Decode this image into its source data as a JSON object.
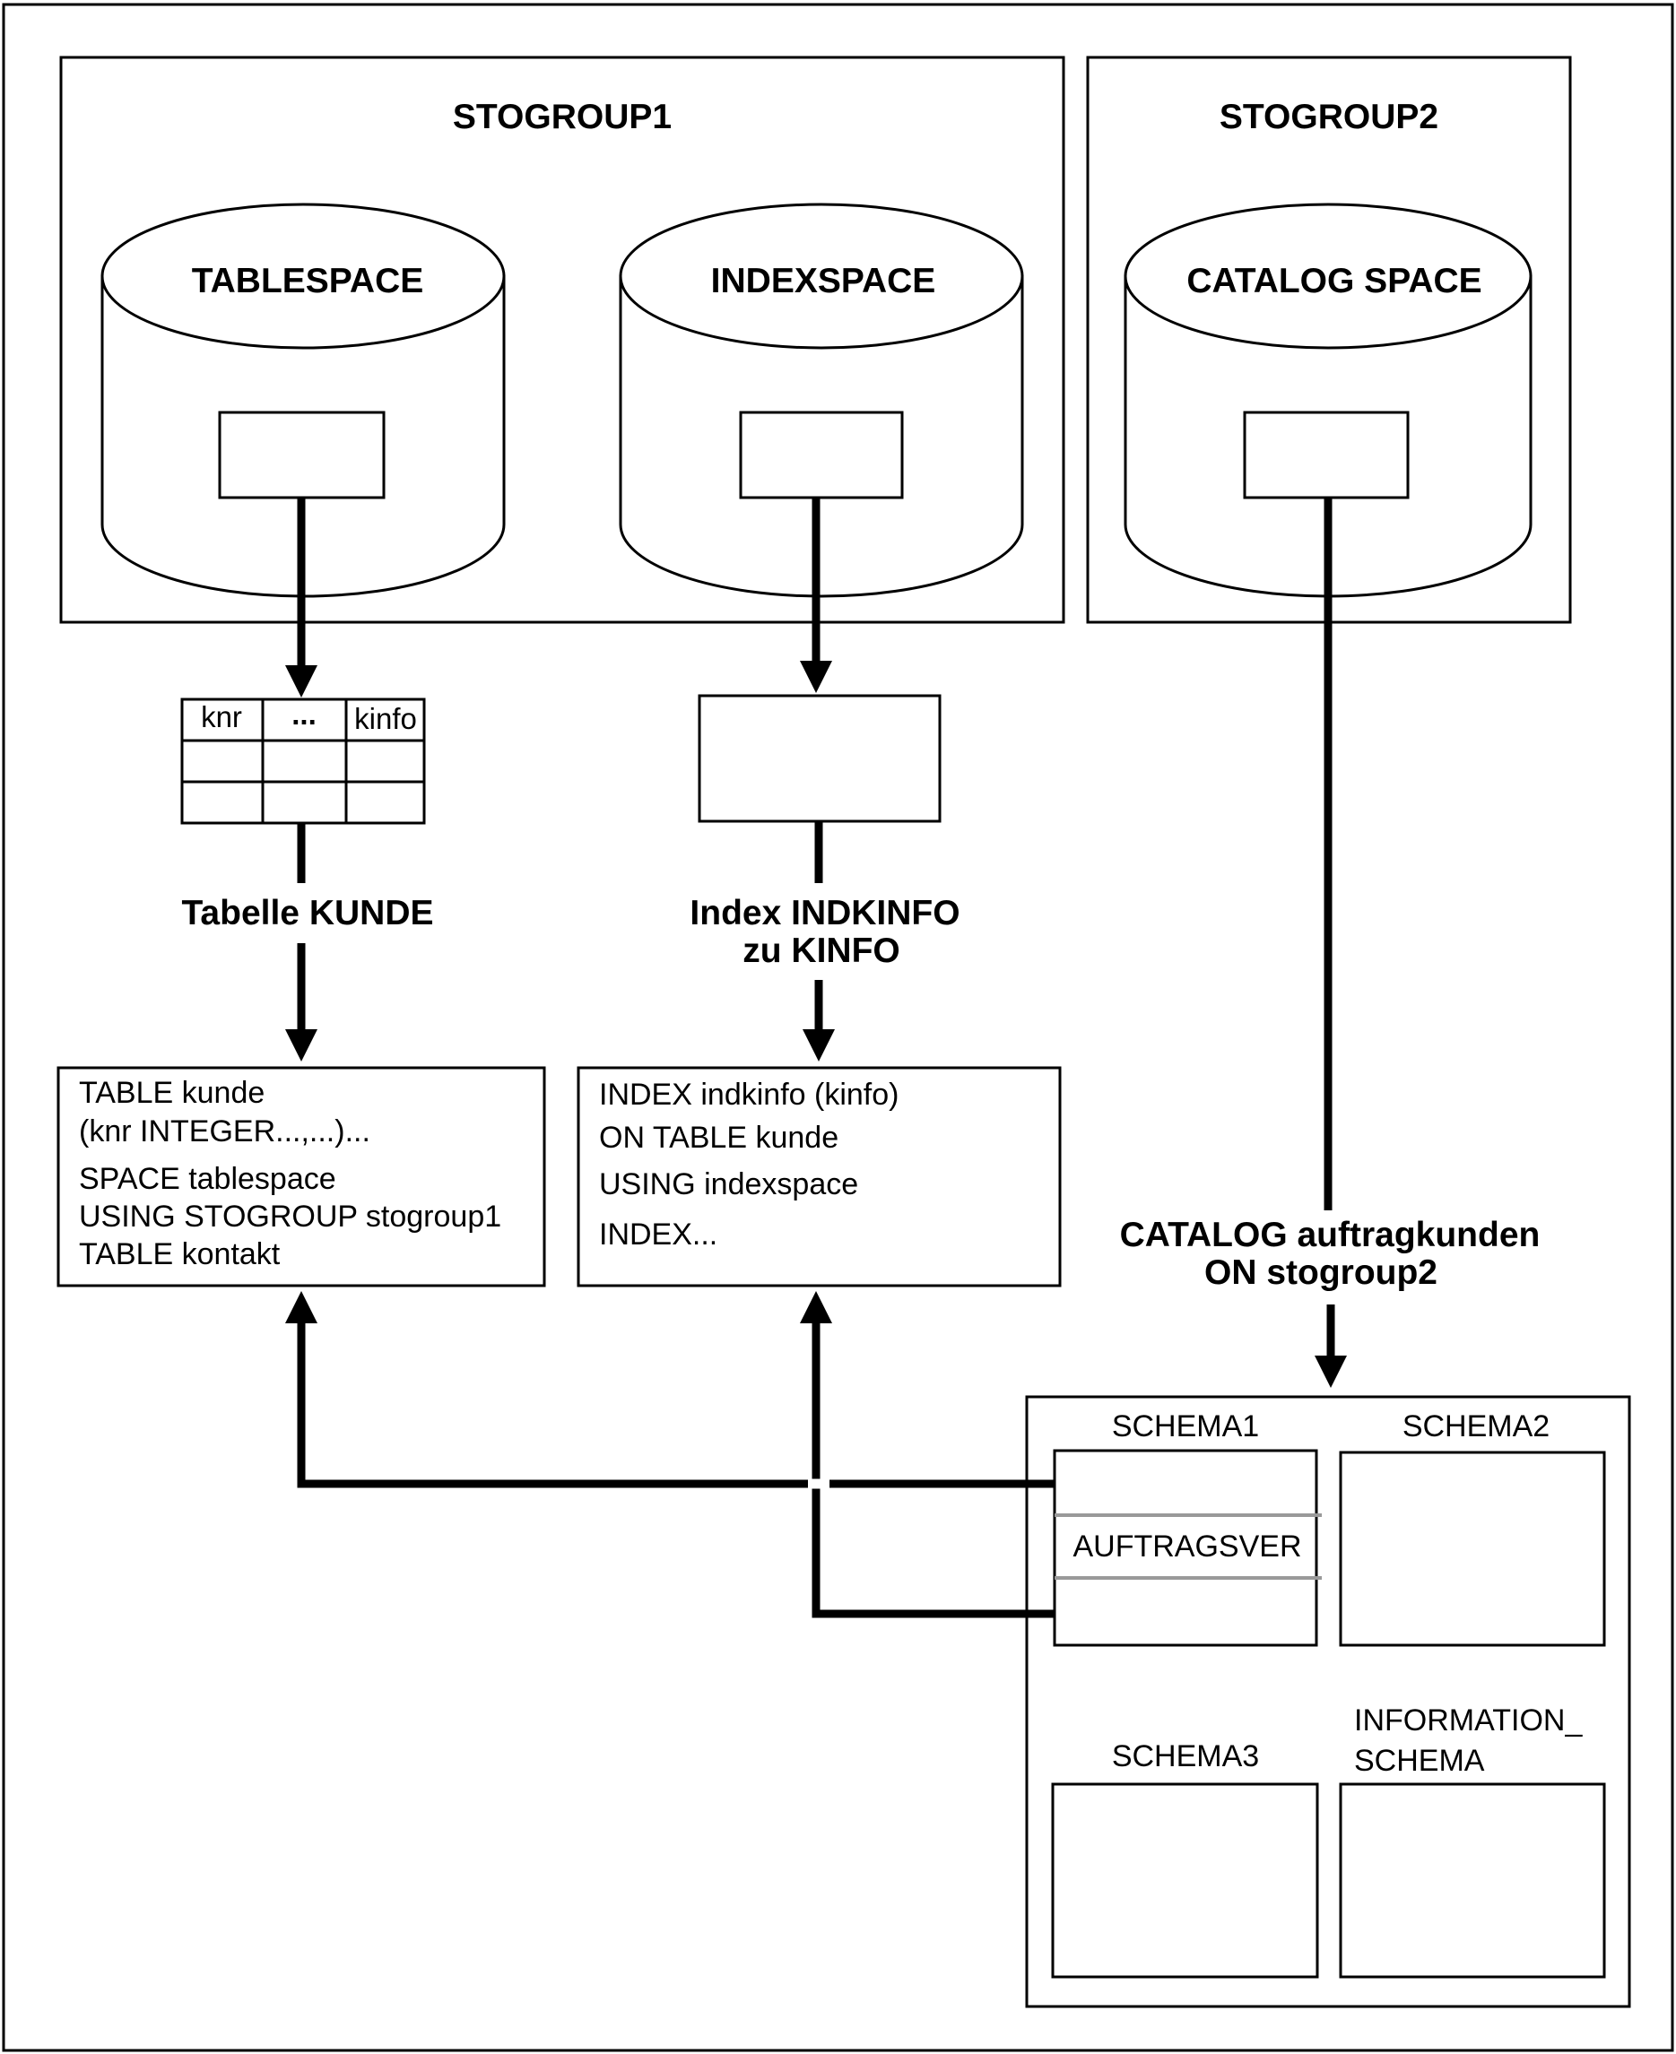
{
  "groups": {
    "stogroup1": "STOGROUP1",
    "stogroup2": "STOGROUP2"
  },
  "spaces": {
    "tablespace": "TABLESPACE",
    "indexspace": "INDEXSPACE",
    "catalog_space": "CATALOG SPACE"
  },
  "table_grid": {
    "columns": [
      "knr",
      "...",
      "kinfo"
    ]
  },
  "labels": {
    "tabelle_kunde": "Tabelle KUNDE",
    "index_line1": "Index INDKINFO",
    "index_line2": "zu KINFO",
    "catalog_line1": "CATALOG auftragkunden",
    "catalog_line2": "ON stogroup2"
  },
  "table_def": {
    "lines": [
      "TABLE kunde",
      "(knr INTEGER...,...)...",
      "SPACE tablespace",
      "USING STOGROUP stogroup1",
      "TABLE kontakt"
    ]
  },
  "index_def": {
    "lines": [
      "INDEX indkinfo (kinfo)",
      "ON TABLE kunde",
      "USING indexspace",
      "INDEX..."
    ]
  },
  "schemas": {
    "schema1": "SCHEMA1",
    "schema2": "SCHEMA2",
    "schema3": "SCHEMA3",
    "information_line1": "INFORMATION_",
    "information_line2": "SCHEMA",
    "auftragsver": "AUFTRAGSVER"
  }
}
